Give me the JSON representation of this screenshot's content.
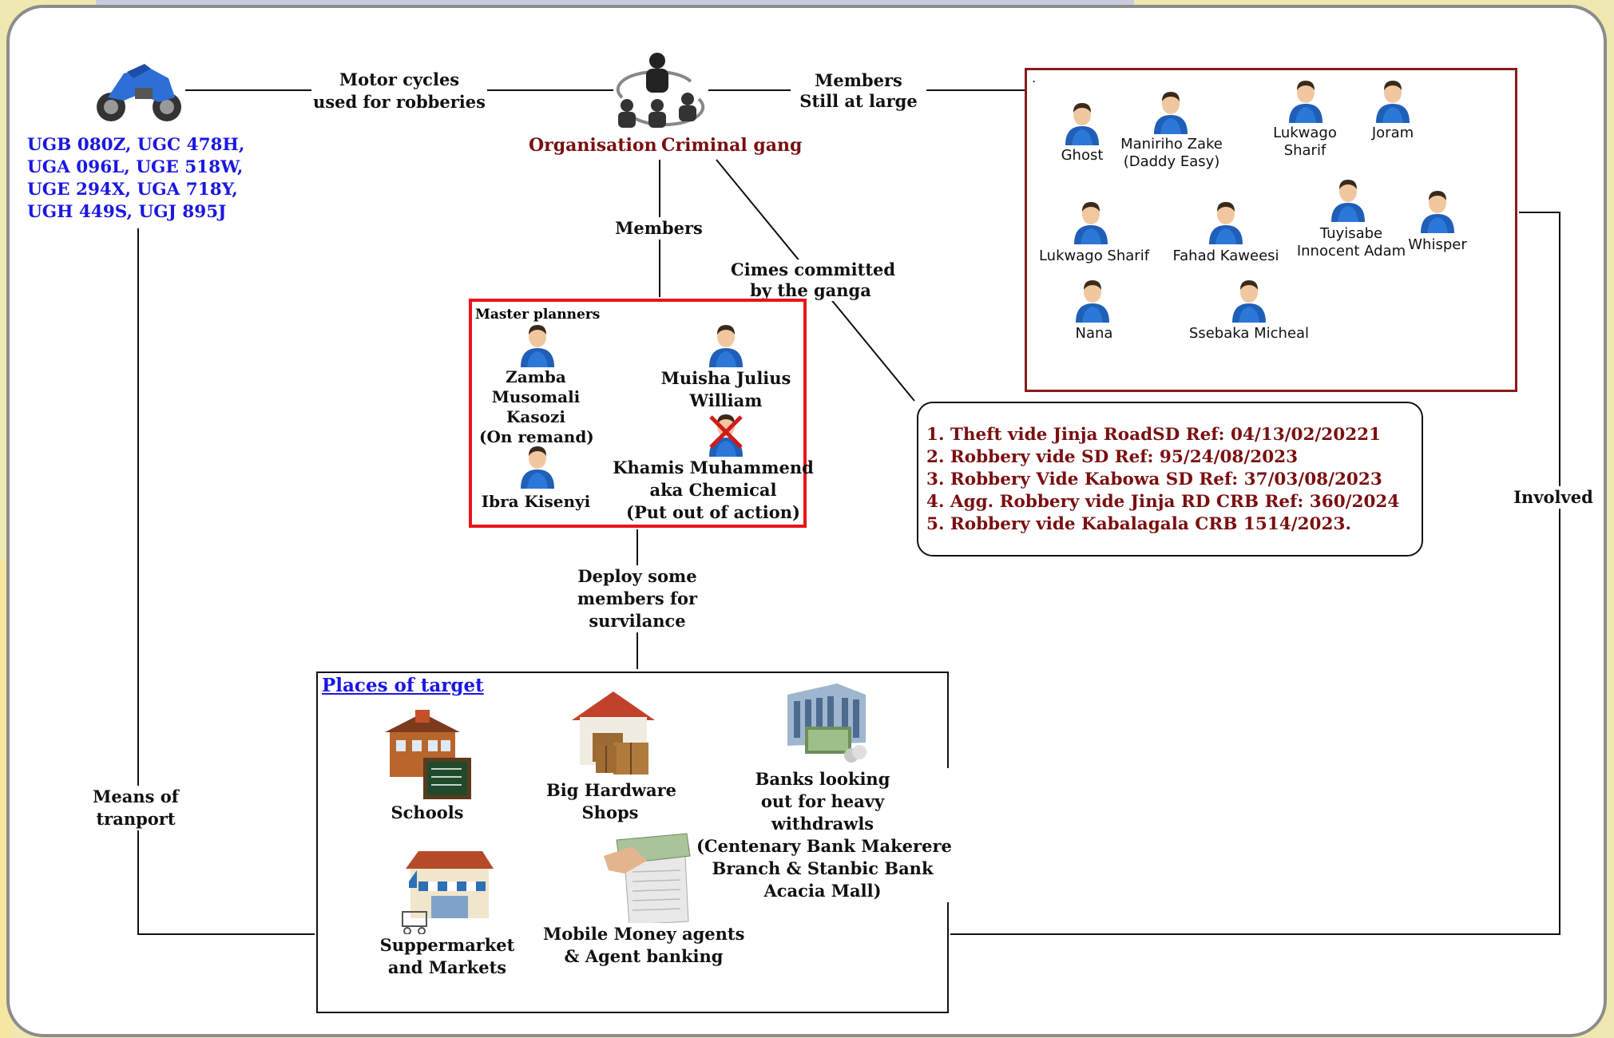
{
  "labels": {
    "motorcycles_link": "Motor cycles\nused for robberies",
    "still_at_large_link": "Members\nStill at large",
    "members_link": "Members",
    "crimes_link": "Cimes committed\nby the ganga",
    "deploy_link": "Deploy some\nmembers for\nsurvilance",
    "means_link": "Means of\ntranport",
    "involved_link": "Involved"
  },
  "motorcycles": {
    "plates": "UGB 080Z, UGC 478H,\nUGA 096L, UGE 518W,\nUGE 294X, UGA 718Y,\nUGH 449S, UGJ 895J"
  },
  "gang": {
    "organisation_label": "Organisation",
    "criminal_gang_label": "Criminal gang"
  },
  "still_at_large": {
    "dot": ".",
    "members": [
      "Ghost",
      "Maniriho Zake\n(Daddy Easy)",
      "Lukwago\nSharif",
      "Joram",
      "Lukwago Sharif",
      "Fahad Kaweesi",
      "Tuyisabe\nInnocent Adam",
      "Whisper",
      "Nana",
      "Ssebaka Micheal"
    ]
  },
  "master_planners": {
    "heading": "Master planners",
    "members": [
      "Zamba\nMusomali\nKasozi\n(On remand)",
      "Muisha Julius\nWilliam",
      "Ibra Kisenyi",
      "Khamis Muhammend\naka Chemical\n(Put out of action)"
    ]
  },
  "crimes": [
    "1. Theft vide Jinja RoadSD Ref: 04/13/02/20221",
    "2. Robbery vide SD Ref: 95/24/08/2023",
    "3. Robbery Vide Kabowa SD Ref: 37/03/08/2023",
    "4. Agg. Robbery vide Jinja RD CRB Ref: 360/2024",
    "5. Robbery vide Kabalagala CRB 1514/2023."
  ],
  "targets": {
    "heading": "Places of target",
    "schools": "Schools",
    "hardware": "Big Hardware\nShops",
    "banks": "Banks looking\nout for heavy\nwithdrawls\n(Centenary Bank Makerere\nBranch & Stanbic Bank\nAcacia Mall)",
    "supermarket": "Suppermarket\nand Markets",
    "mobile_money": "Mobile Money agents\n& Agent banking"
  },
  "colors": {
    "plates": "#1a17e0",
    "maroon": "#7a0f10",
    "planners_border": "#e8151b",
    "at_large_border": "#8b1a1a"
  }
}
